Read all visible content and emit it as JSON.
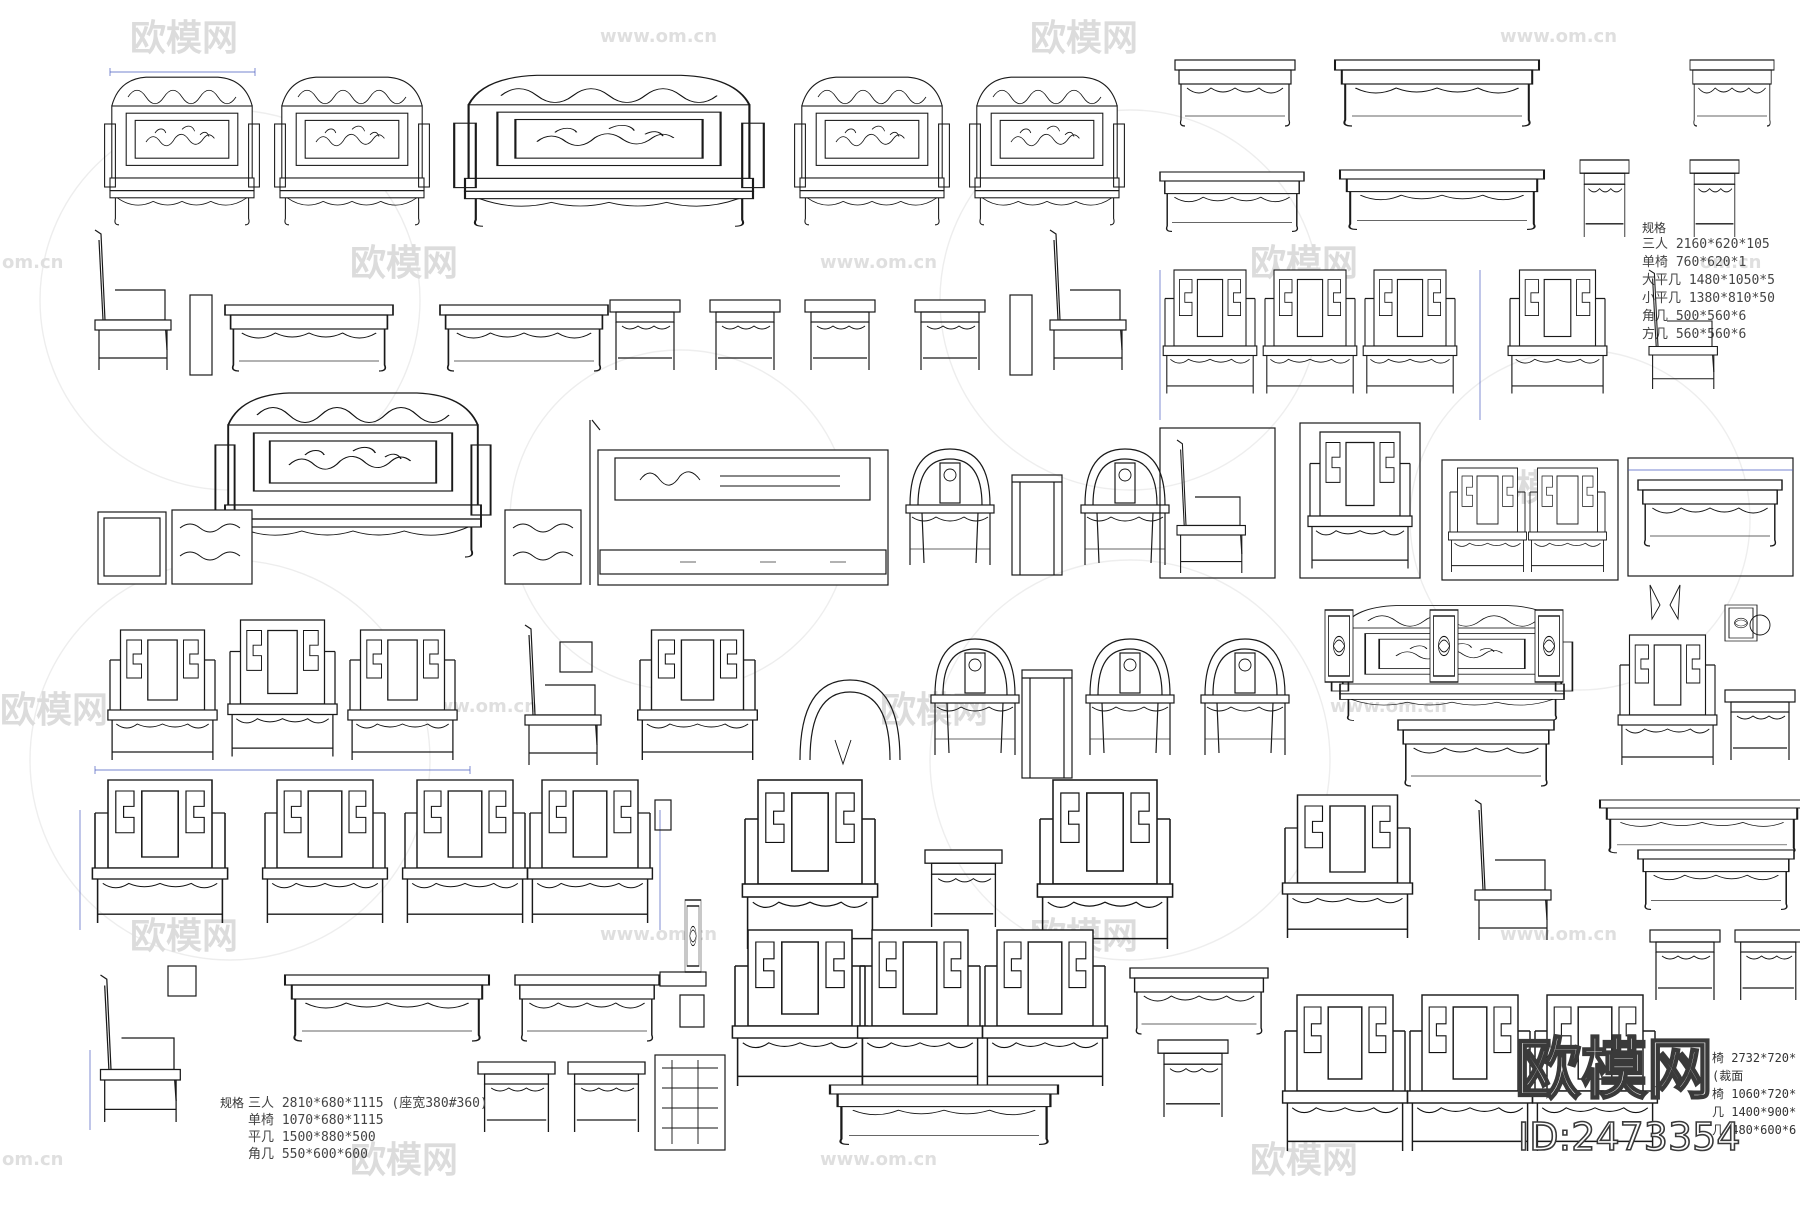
{
  "watermarks": {
    "brand": "欧模网",
    "url": "www.om.cn",
    "url_short": "om.cn"
  },
  "brand_badge": {
    "logo_text": "欧模网",
    "id_text": "ID:2473354"
  },
  "spec_sets": [
    {
      "label": "规格",
      "lines": [
        "三人 2160*620*105",
        "单椅 760*620*1",
        "大平几 1480*1050*5",
        "小平几 1380*810*50",
        "角几 500*560*6",
        "方几 560*560*6"
      ]
    },
    {
      "label": "规格",
      "lines": [
        "三人 2810*680*1115 (座宽380#360)",
        "单椅 1070*680*1115",
        "平几 1500*880*500",
        "角几 550*600*600"
      ]
    },
    {
      "label": "",
      "lines": [
        "椅 2732*720*",
        "(裁面",
        "椅 1060*720*",
        "几 1400*900*",
        "几 480*600*6"
      ]
    }
  ]
}
